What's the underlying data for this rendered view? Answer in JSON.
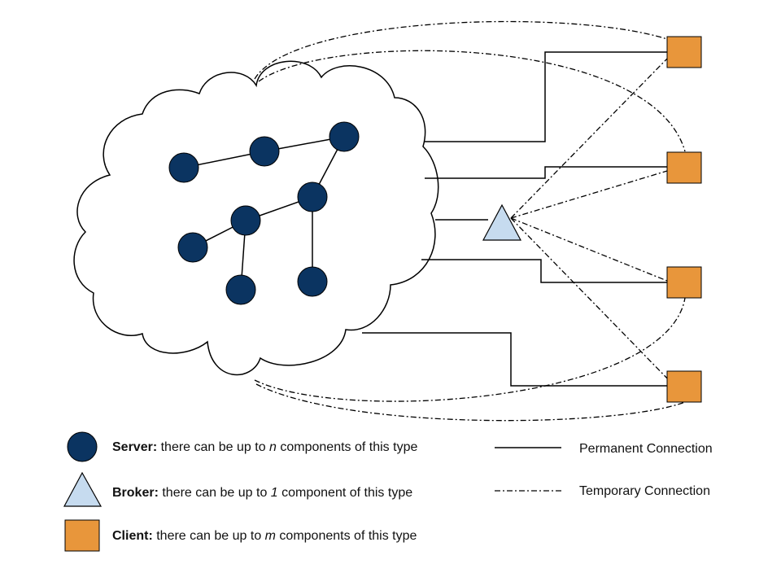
{
  "colors": {
    "server": "#0b3461",
    "broker": "#c6dbef",
    "client": "#e8963b",
    "stroke": "#000000"
  },
  "icons": {
    "server": "filled-circle",
    "broker": "triangle",
    "client": "square"
  },
  "legend": {
    "server": {
      "title": "Server:",
      "pre": " there can be up to ",
      "var": "n",
      "post": " components of this type"
    },
    "broker": {
      "title": "Broker:",
      "pre": " there can be up to ",
      "var": "1",
      "post": " component of this type"
    },
    "client": {
      "title": "Client:",
      "pre": " there can be up to ",
      "var": "m",
      "post": " components of this type"
    },
    "permanent": "Permanent Connection",
    "temporary": "Temporary Connection"
  }
}
